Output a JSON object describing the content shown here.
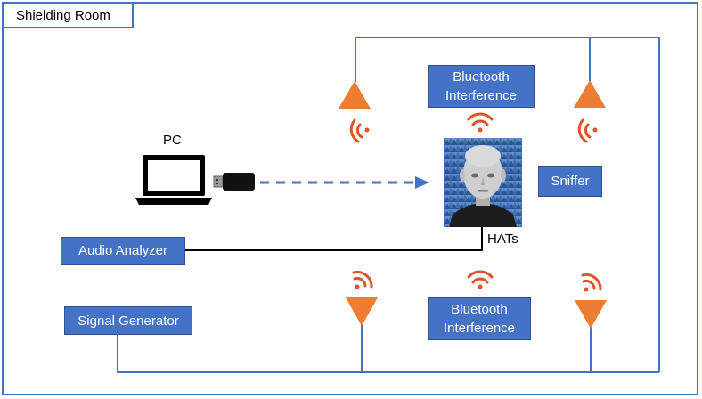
{
  "room": {
    "title": "Shielding Room"
  },
  "nodes": {
    "bt_top": {
      "line1": "Bluetooth",
      "line2": "Interference"
    },
    "bt_bottom": {
      "line1": "Bluetooth",
      "line2": "Interference"
    },
    "sniffer": "Sniffer",
    "audio_analyzer": "Audio Analyzer",
    "signal_generator": "Signal Generator",
    "pc": "PC",
    "hats": "HATs"
  },
  "colors": {
    "frame": "#4472C4",
    "box_fill": "#4472C4",
    "antenna": "#ED7D31",
    "signal_waves": "#E0542A",
    "dashed_link": "#4472C4",
    "audio_wire": "#000000"
  },
  "icons": {
    "pc": "laptop-icon",
    "dongle": "usb-dongle-icon",
    "antenna": "antenna-triangle-icon",
    "wave": "wireless-signal-icon",
    "hats": "head-and-torso-simulator-photo"
  }
}
